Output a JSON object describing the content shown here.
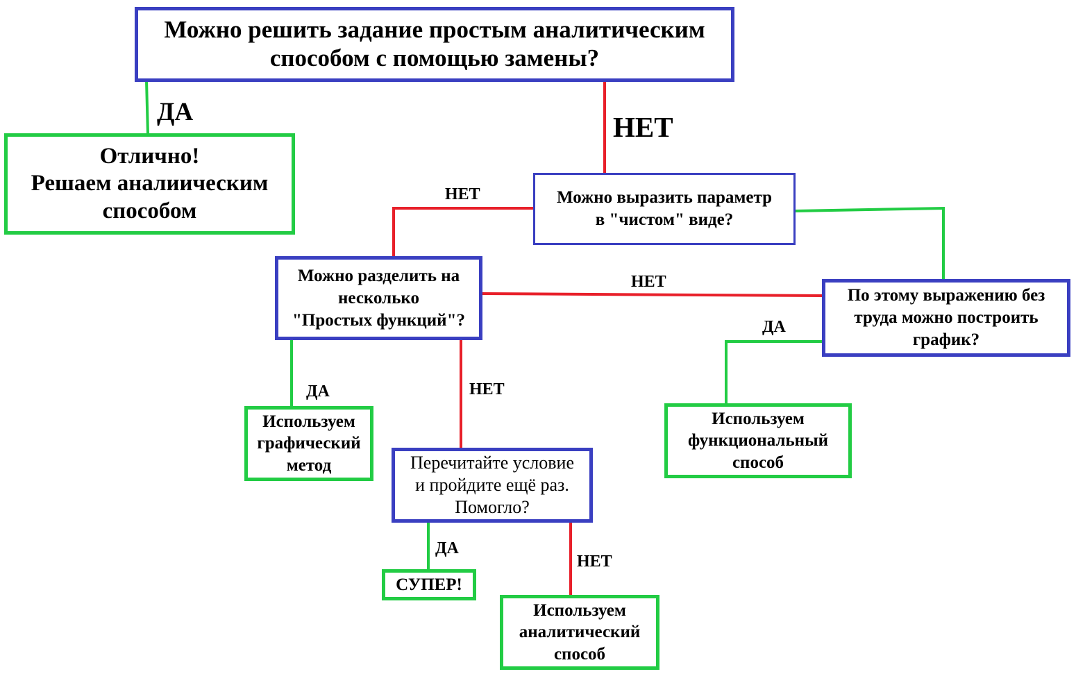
{
  "colors": {
    "question_border": "#3a3fc1",
    "result_border": "#22cc44",
    "yes_line": "#22cc44",
    "no_line": "#e8202a"
  },
  "nodes": {
    "q_substitution": [
      "Можно решить задание простым аналитическим",
      "способом с помощью замены?"
    ],
    "r_excellent": [
      "Отлично!",
      "Решаем аналиическим",
      "способом"
    ],
    "q_express_param": [
      "Можно выразить параметр",
      "в \"чистом\" виде?"
    ],
    "q_split_functions": [
      "Можно разделить на",
      "несколько",
      "\"Простых функций\"?"
    ],
    "q_plot_graph": [
      "По этому выражению без",
      "труда можно построить",
      "график?"
    ],
    "r_graphic": [
      "Используем",
      "графический",
      "метод"
    ],
    "q_reread": [
      "Перечитайте условие",
      "и пройдите ещё раз.",
      "Помогло?"
    ],
    "r_functional": [
      "Используем",
      "функциональный",
      "способ"
    ],
    "r_super": [
      "СУПЕР!"
    ],
    "r_analytic": [
      "Используем",
      "аналитический",
      "способ"
    ]
  },
  "labels": {
    "yes": "ДА",
    "no": "НЕТ"
  }
}
